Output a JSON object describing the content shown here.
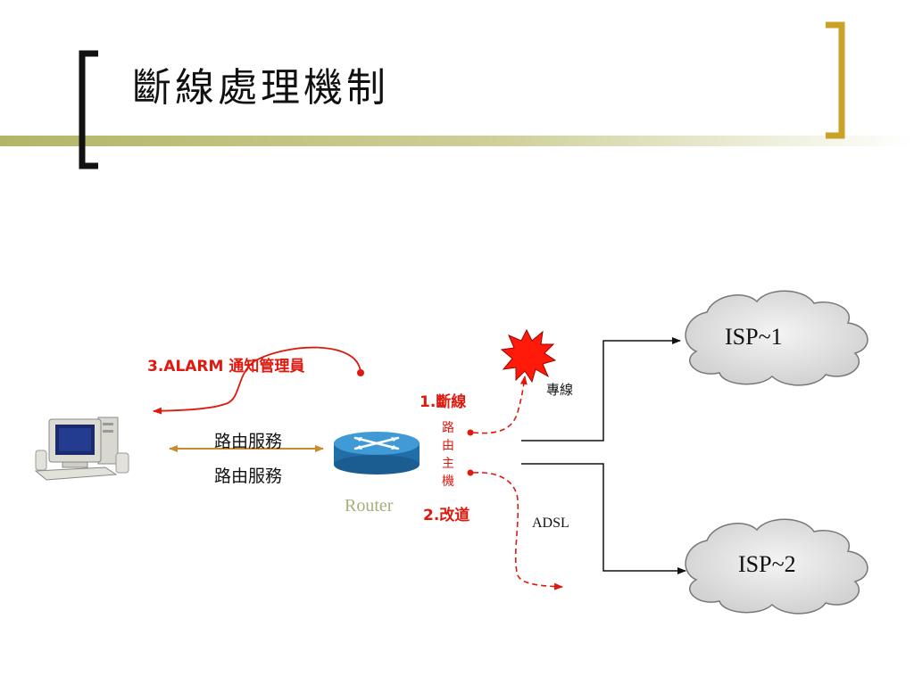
{
  "slide": {
    "title": "斷線處理機制"
  },
  "diagram": {
    "alarm_label": "3.ALARM 通知管理員",
    "route_service_top": "路由服務",
    "route_service_bottom": "路由服務",
    "router_label": "Router",
    "step1_label": "1.斷線",
    "router_host_chars": [
      "路",
      "由",
      "主",
      "機"
    ],
    "step2_label": "2.改道",
    "leased_line_label": "專線",
    "adsl_label": "ADSL",
    "isp1_label": "ISP~1",
    "isp2_label": "ISP~2"
  },
  "colors": {
    "bracket_dark": "#111111",
    "bracket_gold": "#c9a227",
    "title_bar": "#b8ba6a",
    "alert_red": "#e0190f",
    "arrow_orange": "#c98a2a",
    "router_blue": "#2a7fc0",
    "router_label": "#a8ae7a",
    "cloud_fill": "#e4e4e4"
  }
}
